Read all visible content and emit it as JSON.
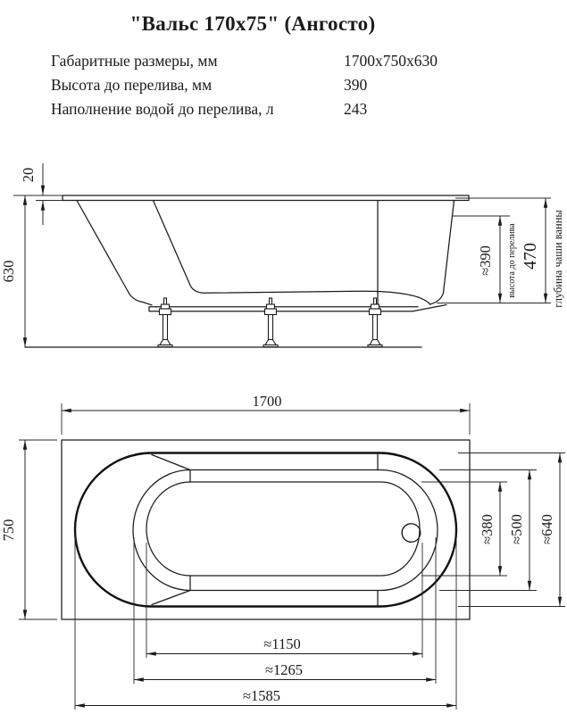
{
  "colors": {
    "line": "#1b1b1b",
    "background": "#ffffff"
  },
  "header": {
    "title": "\"Вальс 170х75\" (Ангосто)",
    "specs": [
      {
        "label": "Габаритные размеры, мм",
        "value": "1700х750х630"
      },
      {
        "label": "Высота до перелива, мм",
        "value": "390"
      },
      {
        "label": "Наполнение водой до перелива, л",
        "value": "243"
      }
    ]
  },
  "side_view": {
    "dims": {
      "rim_thickness": "20",
      "total_height": "630",
      "overflow_height": "≈390",
      "overflow_height_label": "высота до перелива",
      "bowl_depth": "470",
      "bowl_depth_label": "глубина чаши ванны"
    }
  },
  "top_view": {
    "dims": {
      "length": "1700",
      "width": "750",
      "bottom_width": "≈380",
      "water_width": "≈500",
      "rim_width": "≈640",
      "bottom_length": "≈1150",
      "water_length": "≈1265",
      "rim_length": "≈1585"
    }
  }
}
